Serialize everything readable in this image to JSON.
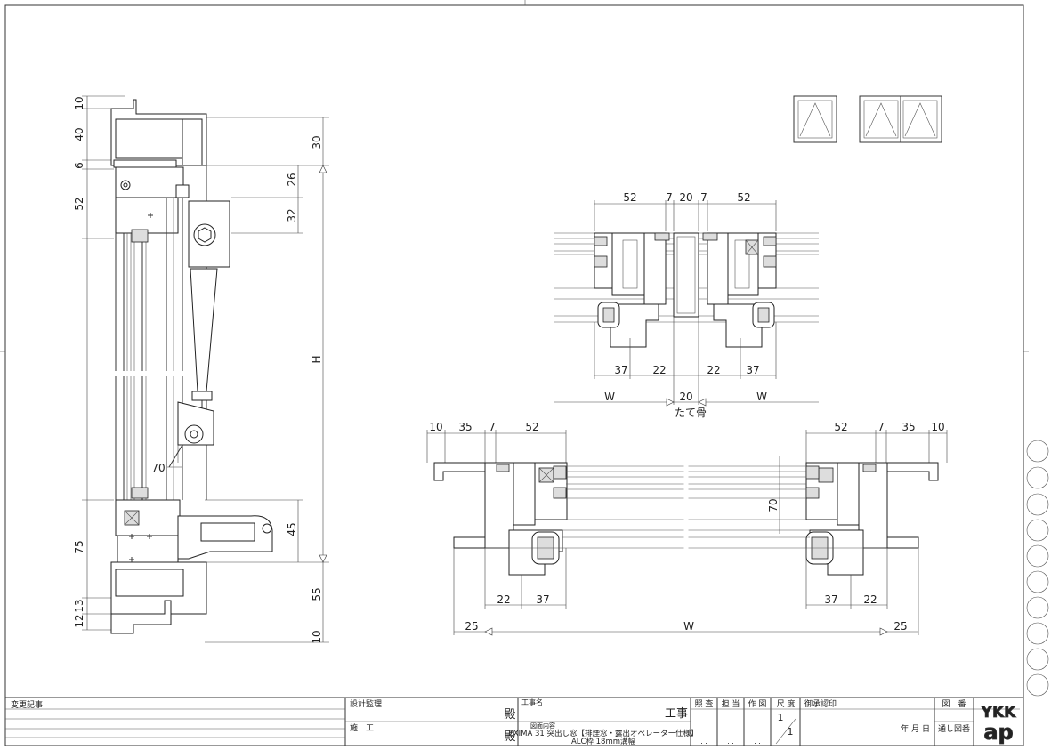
{
  "vertical_section": {
    "left_dims": [
      "10",
      "40",
      "6",
      "52",
      "75",
      "13",
      "12"
    ],
    "right_dims": [
      "30",
      "26",
      "32",
      "H",
      "45",
      "55",
      "10"
    ],
    "inner_dim": "70"
  },
  "mullion_section": {
    "top_dims": [
      "52",
      "7",
      "20",
      "7",
      "52"
    ],
    "bottom_dims": [
      "37",
      "22",
      "22",
      "37"
    ],
    "width_dims": [
      "W",
      "20",
      "W"
    ],
    "caption": "たて骨"
  },
  "horizontal_section": {
    "top_left_dims": [
      "10",
      "35",
      "7",
      "52"
    ],
    "top_right_dims": [
      "52",
      "7",
      "35",
      "10"
    ],
    "side_dim": "70",
    "bottom_left_dims": [
      "22",
      "37"
    ],
    "bottom_right_dims": [
      "37",
      "22"
    ],
    "overall": [
      "25",
      "W",
      "25"
    ]
  },
  "title_block": {
    "revision_label": "変更記事",
    "design_supervision": "設計監理",
    "construction": "施　工",
    "honorific_1": "殿",
    "honorific_2": "殿",
    "project_name_label": "工事名",
    "project_suffix": "工事",
    "drawing_content_label": "図面内容",
    "drawing_title_1": "EXIMA 31 突出し窓【排煙窓・露出オペレーター仕様】",
    "drawing_title_2": "ALC枠 18mm溝幅",
    "check_label": "照 査",
    "charge_label": "担 当",
    "draw_label": "作 図",
    "scale_label": "尺 度",
    "scale_value_1": "1",
    "scale_value_2": "1",
    "approval_label": "御承認印",
    "date_label": "年 月 日",
    "drawing_number_label": "図　番",
    "serial_number_label": "通し図番",
    "brand_line_1": "YKK",
    "brand_line_2": "ap"
  }
}
